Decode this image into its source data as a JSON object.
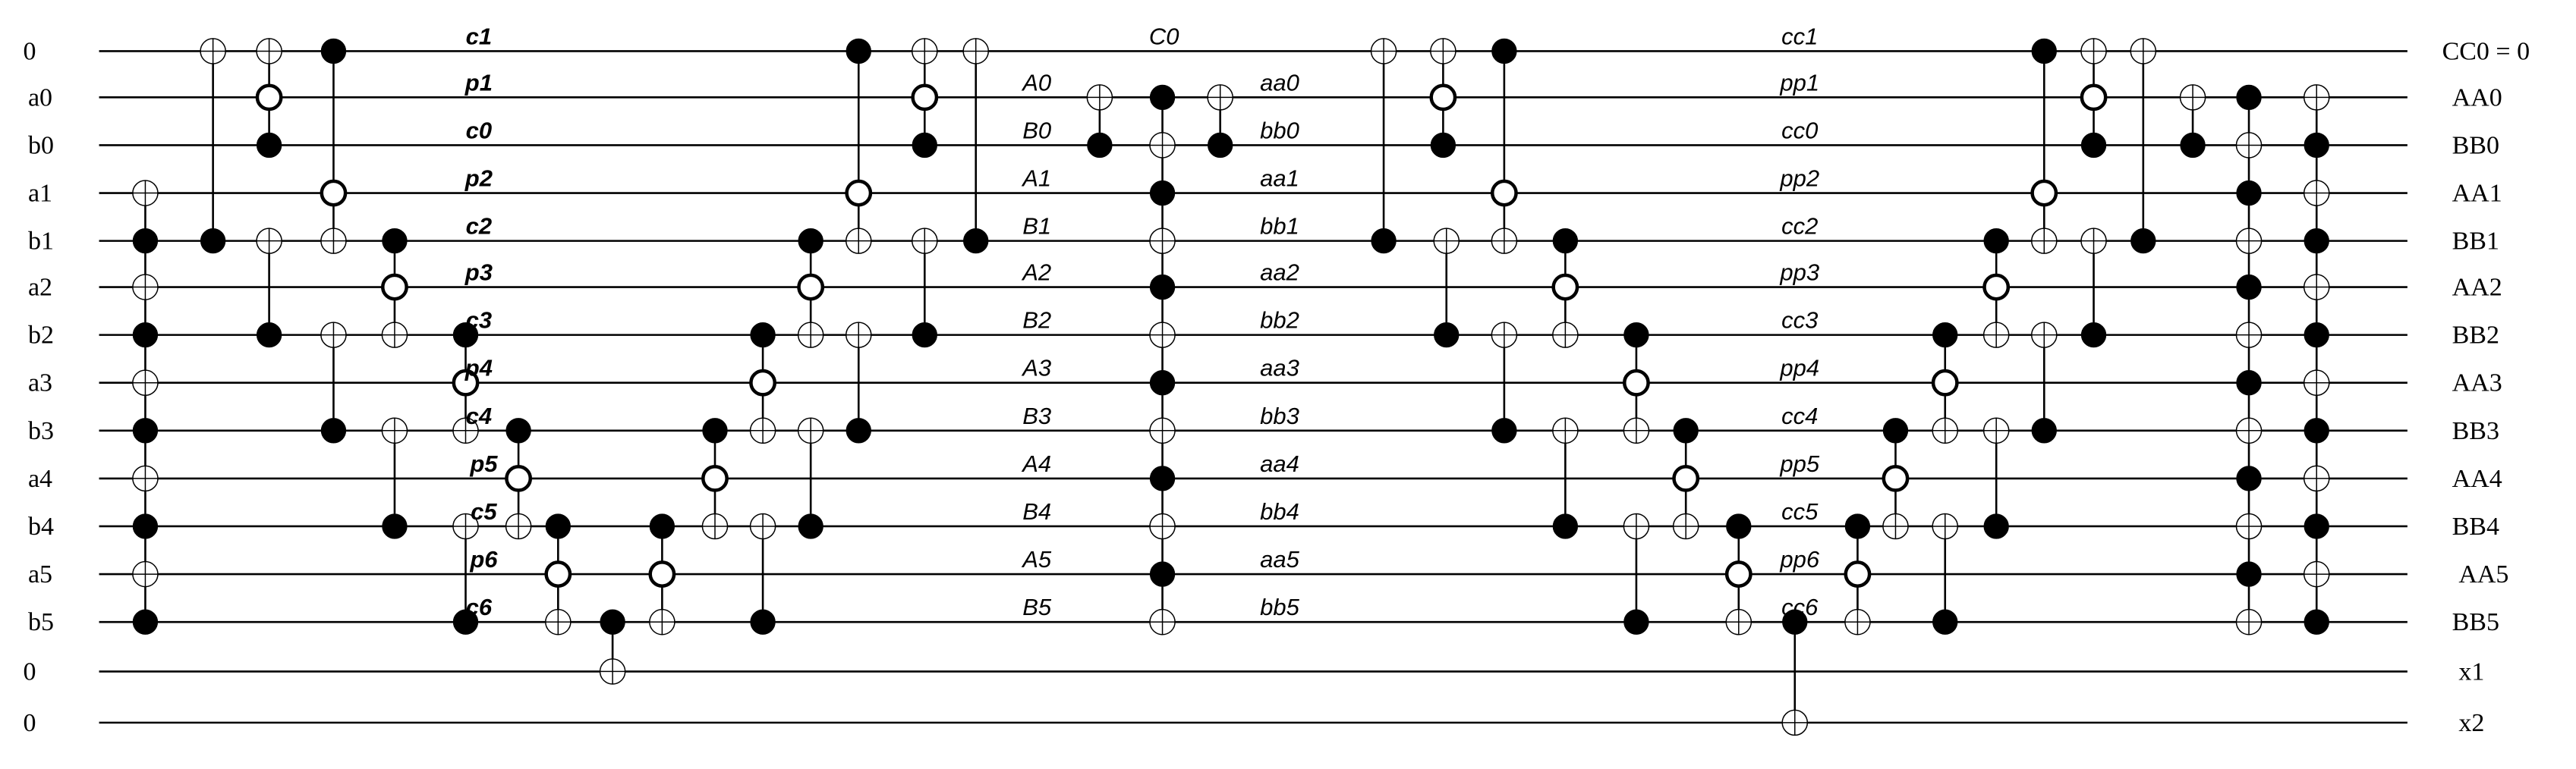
{
  "circuit": {
    "input_labels": [
      "0",
      "a0",
      "b0",
      "a1",
      "b1",
      "a2",
      "b2",
      "a3",
      "b3",
      "a4",
      "b4",
      "a5",
      "b5",
      "0",
      "0"
    ],
    "output_labels": [
      "CC0 = 0",
      "AA0",
      "BB0",
      "AA1",
      "BB1",
      "AA2",
      "BB2",
      "AA3",
      "BB3",
      "AA4",
      "BB4",
      "AA5",
      "BB5",
      "x1",
      "x2"
    ],
    "stage1_labels": [
      "c1",
      "p1",
      "c0",
      "p2",
      "c2",
      "p3",
      "c3",
      "p4",
      "c4",
      "p5",
      "c5",
      "p6",
      "c6"
    ],
    "stage2_labels": [
      "C0",
      "A0",
      "B0",
      "A1",
      "B1",
      "A2",
      "B2",
      "A3",
      "B3",
      "A4",
      "B4",
      "A5",
      "B5"
    ],
    "stage3_labels": [
      "aa0",
      "bb0",
      "aa1",
      "bb1",
      "aa2",
      "bb2",
      "aa3",
      "bb3",
      "aa4",
      "bb4",
      "aa5",
      "bb5"
    ],
    "stage4_labels": [
      "cc1",
      "pp1",
      "cc0",
      "pp2",
      "cc2",
      "pp3",
      "cc3",
      "pp4",
      "cc4",
      "pp5",
      "cc5",
      "pp6",
      "cc6"
    ]
  }
}
